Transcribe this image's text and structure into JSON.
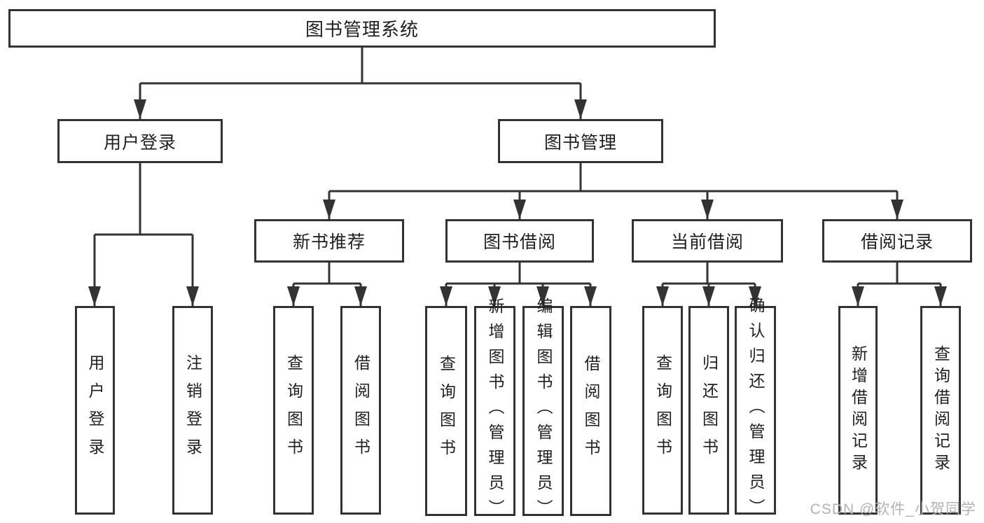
{
  "title": "图书管理系统",
  "tree": {
    "label": "图书管理系统",
    "children": [
      {
        "label": "用户登录",
        "children": [
          {
            "label": "用户登录"
          },
          {
            "label": "注销登录"
          }
        ]
      },
      {
        "label": "图书管理",
        "children": [
          {
            "label": "新书推荐",
            "children": [
              {
                "label": "查询图书"
              },
              {
                "label": "借阅图书"
              }
            ]
          },
          {
            "label": "图书借阅",
            "children": [
              {
                "label": "查询图书"
              },
              {
                "label": "新增图书（管理员）"
              },
              {
                "label": "编辑图书（管理员）"
              },
              {
                "label": "借阅图书"
              }
            ]
          },
          {
            "label": "当前借阅",
            "children": [
              {
                "label": "查询图书"
              },
              {
                "label": "归还图书"
              },
              {
                "label": "确认归还（管理员）"
              }
            ]
          },
          {
            "label": "借阅记录",
            "children": [
              {
                "label": "新增借阅记录"
              },
              {
                "label": "查询借阅记录"
              }
            ]
          }
        ]
      }
    ]
  },
  "watermark": {
    "text": "CSDN @软件_小贺同学"
  },
  "colors": {
    "line": "#333333",
    "text": "#1f1f1f",
    "watermark": "#b3b3b3",
    "background": "#ffffff"
  }
}
